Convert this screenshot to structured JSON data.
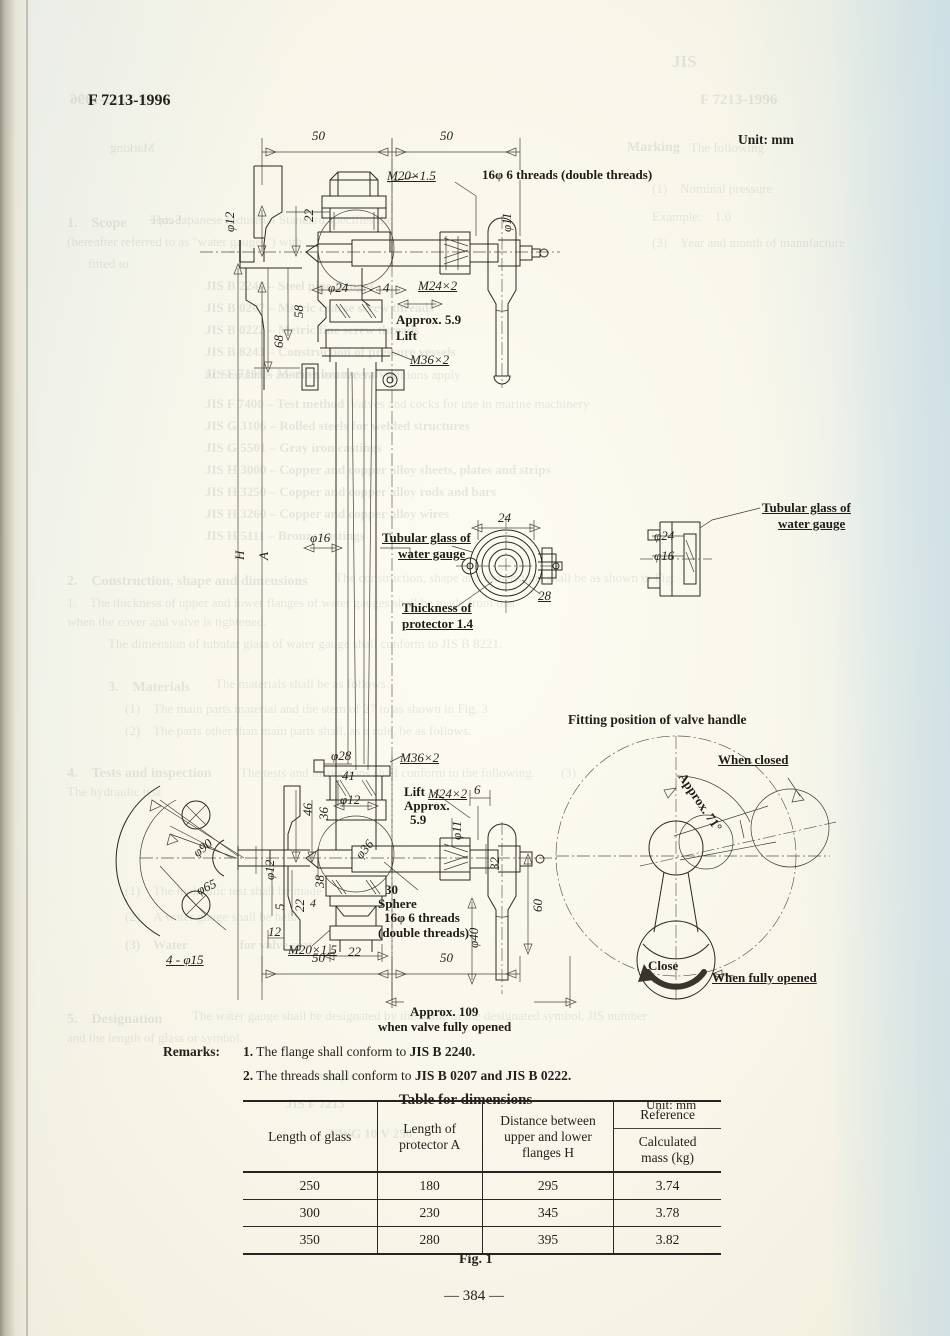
{
  "page": {
    "header_standard": "F 7213-1996",
    "page_number": "— 384 —",
    "figure_caption": "Fig. 1",
    "unit_note": "Unit:  mm",
    "ghost_jis": "JIS",
    "ghost_standard": "F 7213-1996"
  },
  "drawing": {
    "top_view_labels": {
      "dim_50_left": "50",
      "dim_50_right": "50",
      "thread_m20": "M20×1.5",
      "thread_16phi6": "16φ 6 threads (double threads)",
      "dia_12": "φ12",
      "dim_22": "22",
      "dia_11": "φ11",
      "dia_24": "φ24",
      "dim_4": "4",
      "thread_m24": "M24×2",
      "dim_58": "58",
      "dim_68": "68",
      "lift_approx": "Approx. 5.9",
      "lift_word": "Lift",
      "thread_m36": "M36×2",
      "dim_H": "H",
      "dim_A": "A",
      "dia_16": "φ16"
    },
    "section_view": {
      "label_tubular_glass_l1": "Tubular glass of",
      "label_tubular_glass_l2": "water gauge",
      "dim_24": "24",
      "dim_28": "28",
      "thickness_l1": "Thickness of",
      "thickness_l2": "protector  1.4"
    },
    "side_detail": {
      "label_tubular_glass_l1": "Tubular glass of",
      "label_tubular_glass_l2": "water gauge",
      "dia_24": "φ24",
      "dia_16": "φ16"
    },
    "bottom_view_labels": {
      "dia_28": "φ28",
      "dim_41": "41",
      "dim_46": "46",
      "dim_36": "36",
      "dia_12_inner": "φ12",
      "dia_12_left": "φ12",
      "dim_5": "5",
      "dim_22": "22",
      "dim_4": "4",
      "dim_38": "38",
      "dia_36": "φ36",
      "dim_30": "30",
      "sphere": "Sphere",
      "thread_m36": "M36×2",
      "thread_m24": "M24×2",
      "thread_m20": "M20×1.5",
      "lift_l1": "Lift",
      "lift_l2": "Approx.",
      "lift_l3": "5.9",
      "dim_6": "6",
      "dia_11": "φ11",
      "dim_32": "32",
      "dim_60": "60",
      "dia_40": "φ40",
      "threads_16phi6_l1": "16φ 6 threads",
      "threads_16phi6_l2": "(double threads)",
      "dim_22_bottom": "22",
      "dim_12": "12",
      "holes_4_phi15": "4 - φ15",
      "dia_90": "φ90",
      "dia_65": "φ65",
      "dim_50_left": "50",
      "dim_50_right": "50",
      "approx_109_l1": "Approx. 109",
      "approx_109_l2": "when valve fully opened"
    },
    "handle_diagram": {
      "title": "Fitting position of valve handle",
      "when_closed": "When closed",
      "approx_angle": "Approx. 71°",
      "close": "Close",
      "when_fully_opened": "When fully opened"
    }
  },
  "remarks": {
    "label": "Remarks:",
    "items": [
      {
        "no": "1.",
        "text_pre": "The flange shall conform to ",
        "text_bold": "JIS B 2240."
      },
      {
        "no": "2.",
        "text_pre": "The threads shall conform to ",
        "text_bold": "JIS B 0207 and JIS B 0222."
      }
    ]
  },
  "table": {
    "title": "Table for dimensions",
    "unit": "Unit:  mm",
    "headers": {
      "col1": "Length of glass",
      "col2_l1": "Length of",
      "col2_l2": "protector A",
      "col3_l1": "Distance between",
      "col3_l2": "upper and lower",
      "col3_l3": "flanges H",
      "col4_group": "Reference",
      "col4_l1": "Calculated",
      "col4_l2": "mass (kg)"
    },
    "rows": [
      {
        "glass": "250",
        "protector": "180",
        "flanges": "295",
        "mass": "3.74"
      },
      {
        "glass": "300",
        "protector": "230",
        "flanges": "345",
        "mass": "3.78"
      },
      {
        "glass": "350",
        "protector": "280",
        "flanges": "395",
        "mass": "3.82"
      }
    ]
  },
  "bleed_text": {
    "l_marking": "Marking",
    "l_nominal": "Nominal pressure",
    "l_scope": "Scope",
    "l_construction": "Construction, shape and dimensions",
    "l_materials": "Materials",
    "l_designation": "Designation"
  }
}
